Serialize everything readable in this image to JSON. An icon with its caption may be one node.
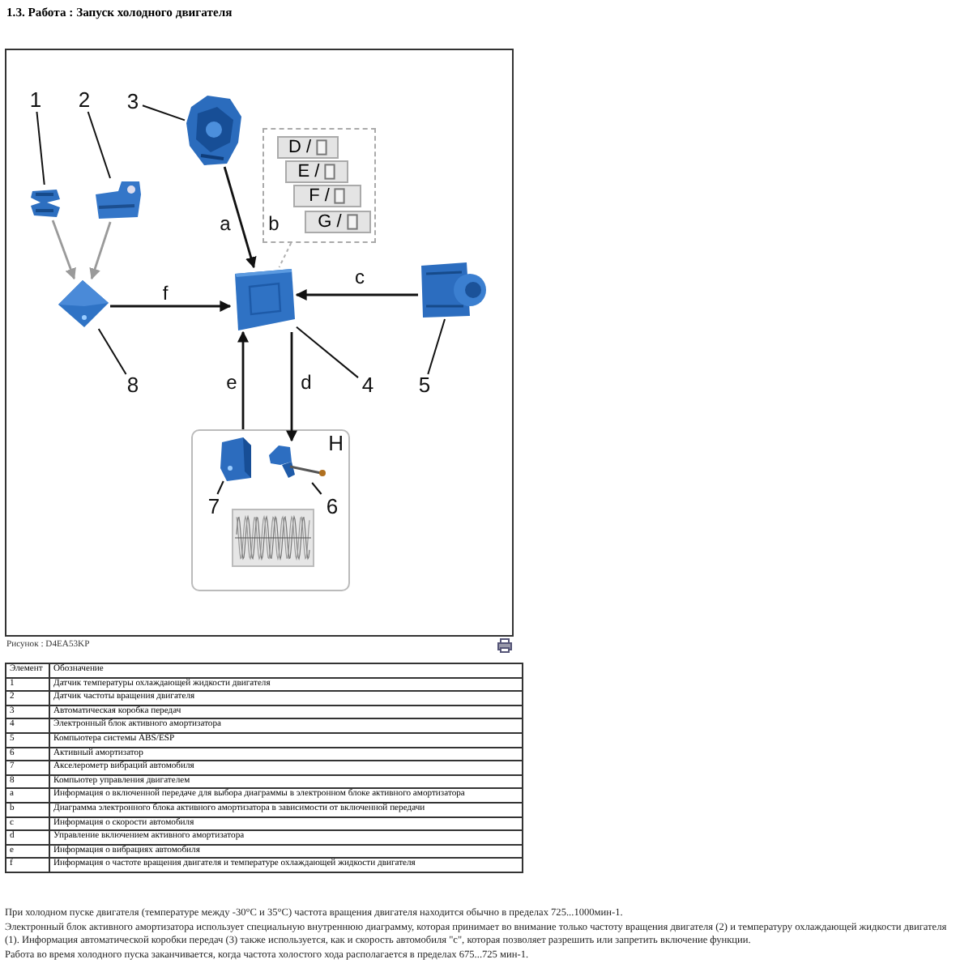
{
  "diagram": {
    "title": "1.3. Работа : Запуск холодного двигателя",
    "caption": "Рисунок : D4EA53KP",
    "nodes": [
      {
        "text": [
          "1"
        ]
      },
      {
        "text": [
          "2"
        ]
      },
      {
        "text": [
          "3"
        ]
      },
      {
        "text": [],
        "shape": "picture"
      },
      {
        "text": [],
        "shape": "picture"
      },
      {
        "text": [],
        "shape": "picture"
      },
      {
        "text": [],
        "shape": "box"
      },
      {
        "text": [
          "D /"
        ],
        "in": 6
      },
      {
        "text": [
          "E /"
        ],
        "in": 6
      },
      {
        "text": [
          "F /"
        ],
        "in": 6
      },
      {
        "text": [
          "G /"
        ],
        "in": 6
      },
      {
        "text": [],
        "shape": "picture"
      },
      {
        "text": [],
        "shape": "picture"
      },
      {
        "text": [],
        "shape": "picture"
      },
      {
        "text": [
          "8"
        ]
      },
      {
        "text": [
          "4"
        ]
      },
      {
        "text": [
          "5"
        ]
      },
      {
        "text": [
          "H"
        ]
      },
      {
        "text": [],
        "shape": "picture",
        "in": 17
      },
      {
        "text": [],
        "shape": "picture",
        "in": 17
      },
      {
        "text": [
          "7"
        ],
        "in": 17
      },
      {
        "text": [
          "6"
        ],
        "in": 17
      }
    ],
    "edges": [
      {
        "from": 0,
        "to": 3,
        "arrow": "none"
      },
      {
        "from": 1,
        "to": 4,
        "arrow": "none"
      },
      {
        "from": 2,
        "to": 5,
        "arrow": "none"
      },
      {
        "from": 3,
        "to": 11,
        "arrow": "to",
        "color": "#9a9a9a"
      },
      {
        "from": 4,
        "to": 11,
        "arrow": "to",
        "color": "#9a9a9a"
      },
      {
        "from": 5,
        "to": 12,
        "arrow": "to",
        "label": "a"
      },
      {
        "from": 6,
        "to": 12,
        "arrow": "none",
        "label": "b",
        "style": "dashed",
        "color": "#b0b0b0"
      },
      {
        "from": 13,
        "to": 12,
        "arrow": "to",
        "label": "c"
      },
      {
        "from": 11,
        "to": 12,
        "arrow": "to",
        "label": "f"
      },
      {
        "from": 12,
        "to": 19,
        "arrow": "to",
        "label": "d"
      },
      {
        "from": 17,
        "to": 12,
        "arrow": "to",
        "label": "e"
      },
      {
        "from": 14,
        "to": 11,
        "arrow": "none"
      },
      {
        "from": 15,
        "to": 12,
        "arrow": "none"
      },
      {
        "from": 16,
        "to": 13,
        "arrow": "none"
      },
      {
        "from": 20,
        "to": 18,
        "arrow": "none"
      },
      {
        "from": 21,
        "to": 19,
        "arrow": "none"
      }
    ],
    "labels": [
      "Элемент",
      "Обозначение",
      "1",
      "Датчик температуры охлаждающей жидкости двигателя",
      "2",
      "Датчик частоты вращения двигателя",
      "3",
      "Автоматическая коробка передач",
      "4",
      "Электронный блок активного амортизатора",
      "5",
      "Компьютера системы ABS/ESP",
      "6",
      "Активный амортизатор",
      "7",
      "Акселерометр вибраций автомобиля",
      "8",
      "Компьютер управления двигателем",
      "a",
      "Информация о включенной передаче для выбора диаграммы в электронном блоке активного амортизатора",
      "b",
      "Диаграмма электронного блока активного амортизатора в зависимости от включенной передачи",
      "c",
      "Информация о скорости автомобиля",
      "d",
      "Управление включением активного амортизатора",
      "e",
      "Информация о вибрациях автомобиля",
      "f",
      "Информация о частоте вращения двигателя и температуре охлаждающей жидкости двигателя",
      "При холодном пуске двигателя (температуре между -30°C и 35°C) частота вращения двигателя находится обычно в пределах 725...1000мин-1.",
      "Электронный блок активного амортизатора использует специальную внутреннюю диаграмму, которая принимает во внимание только частоту вращения двигателя (2) и температуру охлаждающей жидкости двигателя (1). Информация автоматической коробки передач (3) также используется, как и скорость автомобиля \"c\", которая позволяет разрешить или запретить включение функции.",
      "Работа во время холодного пуска заканчивается, когда частота холостого хода располагается в пределах 675...725 мин-1."
    ]
  }
}
